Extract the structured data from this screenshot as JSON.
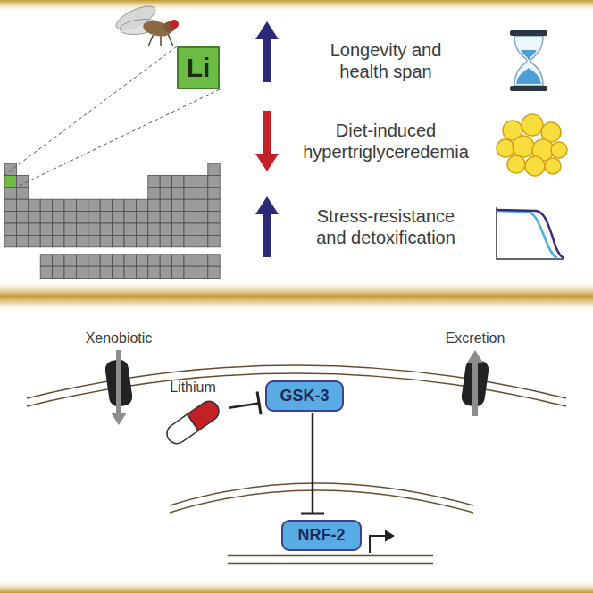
{
  "diagram": {
    "nodes": [
      {
        "text": [
          "Li"
        ]
      },
      {
        "text": [
          "Lithium"
        ]
      },
      {
        "text": [
          "GSK-3"
        ]
      },
      {
        "text": [
          "NRF-2"
        ]
      }
    ],
    "edges": [
      {
        "from": 1,
        "to": 2,
        "arrow": "to"
      },
      {
        "from": 2,
        "to": 3,
        "arrow": "to"
      }
    ],
    "labels": [
      "Longevity and health span",
      "Diet-induced hypertriglyceredemia",
      "Stress-resistance and detoxification",
      "Xenobiotic",
      "Excretion"
    ]
  }
}
